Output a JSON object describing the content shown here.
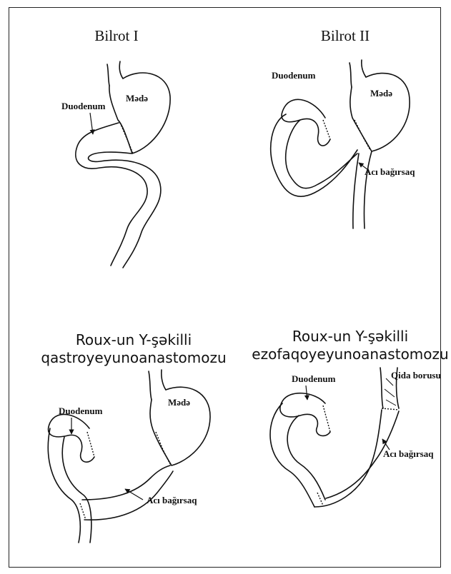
{
  "panels": {
    "billroth1": {
      "title": "Bilrot I",
      "label_stomach": "Mədə",
      "label_duodenum": "Duodenum"
    },
    "billroth2": {
      "title": "Bilrot II",
      "label_duodenum": "Duodenum",
      "label_stomach": "Mədə",
      "label_jejunum": "Acı bağırsaq"
    },
    "roux_gastro": {
      "title_line1": "Roux-un Y-şəkilli",
      "title_line2": "qastroyeyunoanastomozu",
      "label_duodenum": "Duodenum",
      "label_stomach": "Mədə",
      "label_jejunum": "Acı bağırsaq"
    },
    "roux_eso": {
      "title_line1": "Roux-un Y-şəkilli",
      "title_line2": "ezofaqoyeyunoanastomozu",
      "label_duodenum": "Duodenum",
      "label_esophagus": "Qida borusu",
      "label_jejunum": "Acı bağırsaq"
    }
  }
}
